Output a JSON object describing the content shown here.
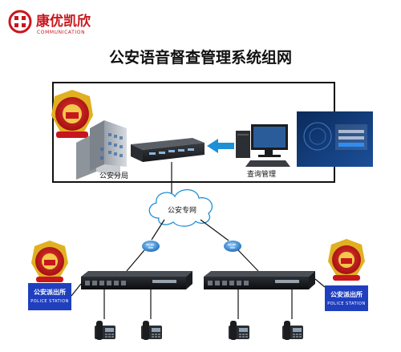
{
  "brand": {
    "name_zh": "康优凯欣",
    "name_en": "COMMUNICATION"
  },
  "title": "公安语音督查管理系统组网",
  "labels": {
    "hq": "公安分局",
    "query": "查询管理",
    "network": "公安专网",
    "station_left_zh": "公安派出所",
    "station_left_en": "POLICE STATION",
    "station_right_zh": "公安派出所",
    "station_right_en": "POLICE STATION"
  },
  "colors": {
    "brand_red": "#c8161d",
    "station_blue": "#1f3fbf",
    "arrow_blue": "#1e90d6",
    "emblem_red": "#c8161d",
    "emblem_gold": "#e0b020"
  },
  "icons": {
    "brand_logo": "brand-logo-icon",
    "emblem": "police-emblem-icon",
    "building": "building-icon",
    "server": "server-icon",
    "computer": "computer-icon",
    "screen": "login-screen-icon",
    "cloud": "cloud-icon",
    "router": "router-icon",
    "recorder": "voice-recorder-icon",
    "telephone": "telephone-icon"
  }
}
